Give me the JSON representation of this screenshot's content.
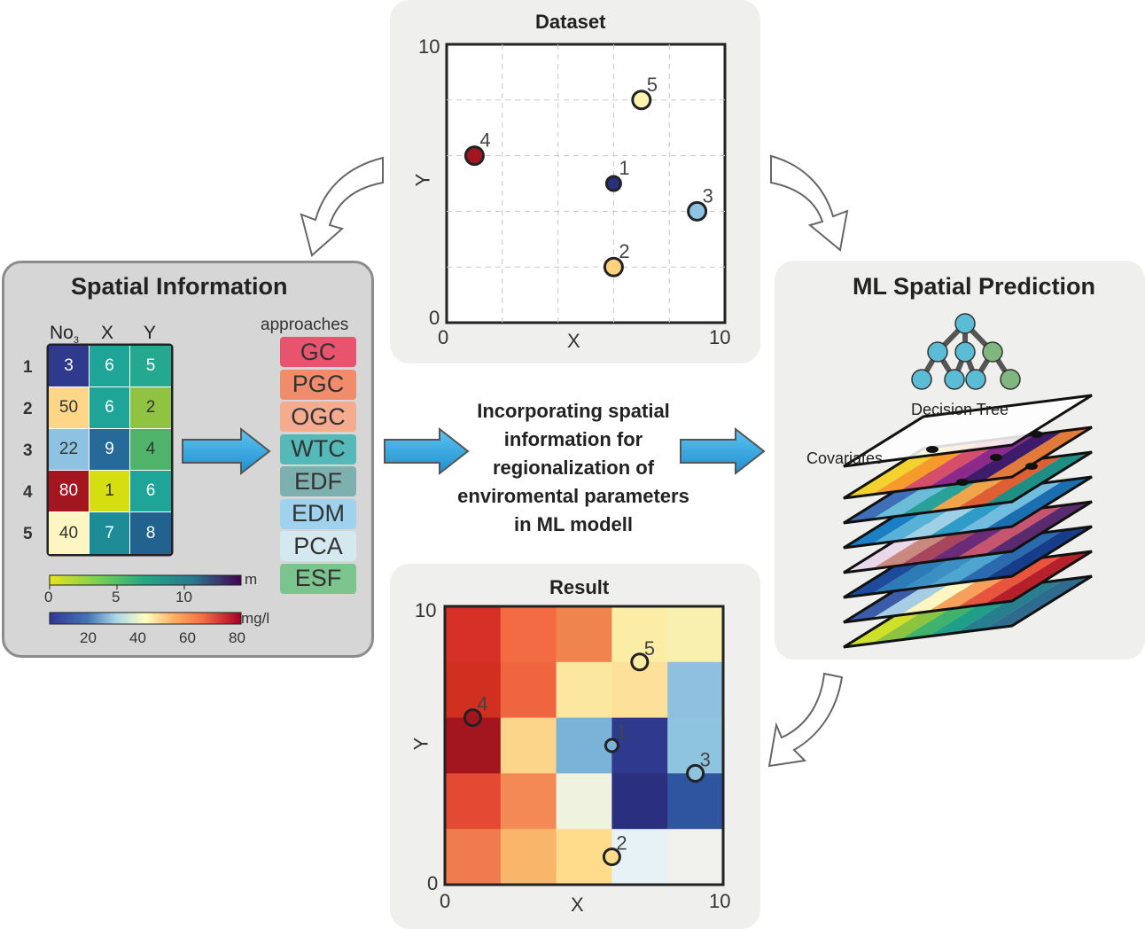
{
  "dataset": {
    "title": "Dataset",
    "x_label": "X",
    "y_label": "Y",
    "x_ticks": [
      "0",
      "10"
    ],
    "y_ticks": [
      "0",
      "10"
    ],
    "points": [
      {
        "label": "1",
        "x": 6,
        "y": 5,
        "color": "#2b2f7f"
      },
      {
        "label": "2",
        "x": 6,
        "y": 2,
        "color": "#fcd27e"
      },
      {
        "label": "3",
        "x": 9,
        "y": 4,
        "color": "#8ec3e3"
      },
      {
        "label": "4",
        "x": 1,
        "y": 6,
        "color": "#a3151f"
      },
      {
        "label": "5",
        "x": 7,
        "y": 8,
        "color": "#fdf4b0"
      }
    ]
  },
  "spatial": {
    "title": "Spatial Information",
    "headers": [
      "No",
      "3",
      "X",
      "Y"
    ],
    "row_labels": [
      "1",
      "2",
      "3",
      "4",
      "5"
    ],
    "rows": [
      [
        {
          "v": "3",
          "c": "#2f3a8c",
          "t": "#ffffff"
        },
        {
          "v": "6",
          "c": "#1ea597",
          "t": "#ffffff"
        },
        {
          "v": "5",
          "c": "#24a890",
          "t": "#ffffff"
        }
      ],
      [
        {
          "v": "50",
          "c": "#fdd787",
          "t": "#333333"
        },
        {
          "v": "6",
          "c": "#1ea597",
          "t": "#ffffff"
        },
        {
          "v": "2",
          "c": "#8fc341",
          "t": "#333333"
        }
      ],
      [
        {
          "v": "22",
          "c": "#8dc2e2",
          "t": "#333333"
        },
        {
          "v": "9",
          "c": "#256a98",
          "t": "#ffffff"
        },
        {
          "v": "4",
          "c": "#4fb369",
          "t": "#333333"
        }
      ],
      [
        {
          "v": "80",
          "c": "#a3151f",
          "t": "#ffffff"
        },
        {
          "v": "1",
          "c": "#d4de10",
          "t": "#333333"
        },
        {
          "v": "6",
          "c": "#1ea597",
          "t": "#ffffff"
        }
      ],
      [
        {
          "v": "40",
          "c": "#fdf6c3",
          "t": "#333333"
        },
        {
          "v": "7",
          "c": "#1d8c96",
          "t": "#ffffff"
        },
        {
          "v": "8",
          "c": "#22628f",
          "t": "#ffffff"
        }
      ]
    ],
    "approaches_label": "approaches",
    "approaches": [
      {
        "label": "GC",
        "color": "#e8546d"
      },
      {
        "label": "PGC",
        "color": "#f08c6b"
      },
      {
        "label": "OGC",
        "color": "#f5ab8d"
      },
      {
        "label": "WTC",
        "color": "#54b9b8"
      },
      {
        "label": "EDF",
        "color": "#7fb0b0"
      },
      {
        "label": "EDM",
        "color": "#9fd2ec"
      },
      {
        "label": "PCA",
        "color": "#d3e8ef"
      },
      {
        "label": "ESF",
        "color": "#7cc48d"
      }
    ],
    "colorbar_m": {
      "unit": "m",
      "ticks": [
        "0",
        "5",
        "10"
      ]
    },
    "colorbar_mgl": {
      "unit": "mg/l",
      "ticks": [
        "20",
        "40",
        "60",
        "80"
      ]
    }
  },
  "center_text": [
    "Incorporating spatial",
    "information for",
    "regionalization of",
    "enviromental parameters",
    "in ML modell"
  ],
  "ml": {
    "title": "ML Spatial Prediction",
    "tree_label": "Decision Tree",
    "covariates_label": "Covariates"
  },
  "result": {
    "title": "Result",
    "x_label": "X",
    "y_label": "Y",
    "x_ticks": [
      "0",
      "10"
    ],
    "y_ticks": [
      "0",
      "10"
    ],
    "grid": [
      [
        "#d73027",
        "#f26b43",
        "#f0844f",
        "#fbeda6",
        "#f9f0b0"
      ],
      [
        "#d13020",
        "#ee6540",
        "#fbe7a0",
        "#fde09a",
        "#8fc0df"
      ],
      [
        "#a3151f",
        "#fdd58a",
        "#7bb2d8",
        "#2d3a8e",
        "#8ec4e0"
      ],
      [
        "#e44a33",
        "#f38a55",
        "#eef2df",
        "#2b2f7f",
        "#2f54a0"
      ],
      [
        "#f07b4d",
        "#f9b56a",
        "#fedc8b",
        "#e6f2f6",
        "#f0f0ed"
      ]
    ],
    "points": [
      {
        "label": "1",
        "x": 6,
        "y": 5,
        "color": "#7bb2d8"
      },
      {
        "label": "2",
        "x": 6,
        "y": 1,
        "color": "#fedc8b"
      },
      {
        "label": "3",
        "x": 9,
        "y": 4,
        "color": "#8ec4e0"
      },
      {
        "label": "4",
        "x": 1,
        "y": 6,
        "color": "#a3151f"
      },
      {
        "label": "5",
        "x": 7,
        "y": 8,
        "color": "#fbeda6"
      }
    ]
  }
}
